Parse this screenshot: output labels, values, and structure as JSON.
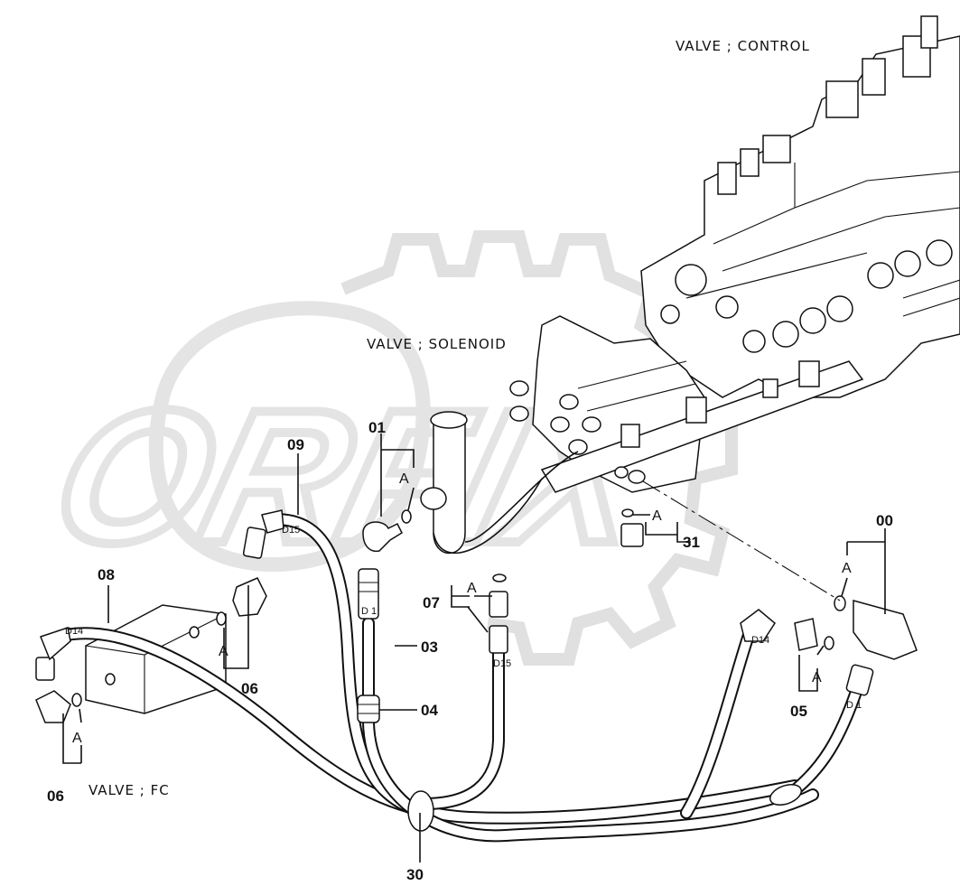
{
  "labels": {
    "valve_control": "VALVE ; CONTROL",
    "valve_solenoid": "VALVE ; SOLENOID",
    "valve_fc": "VALVE ; FC"
  },
  "part_numbers": {
    "p00": "00",
    "p01": "01",
    "p03": "03",
    "p04": "04",
    "p05": "05",
    "p06a": "06",
    "p06b": "06",
    "p07": "07",
    "p08": "08",
    "p09": "09",
    "p30": "30",
    "p31": "31"
  },
  "letters": {
    "a01": "A",
    "a31": "A",
    "a00": "A",
    "a07": "A",
    "a06a": "A",
    "a06b": "A",
    "a05": "A"
  },
  "hose_tags": {
    "d15_top": "D15",
    "d1_mid": "D 1",
    "d15_mid": "D15",
    "d14_left": "D14",
    "d14_right": "D14",
    "d1_right": "D 1"
  },
  "watermark": "ORFIX",
  "colors": {
    "line": "#111111",
    "watermark": "#d9d9d9"
  }
}
